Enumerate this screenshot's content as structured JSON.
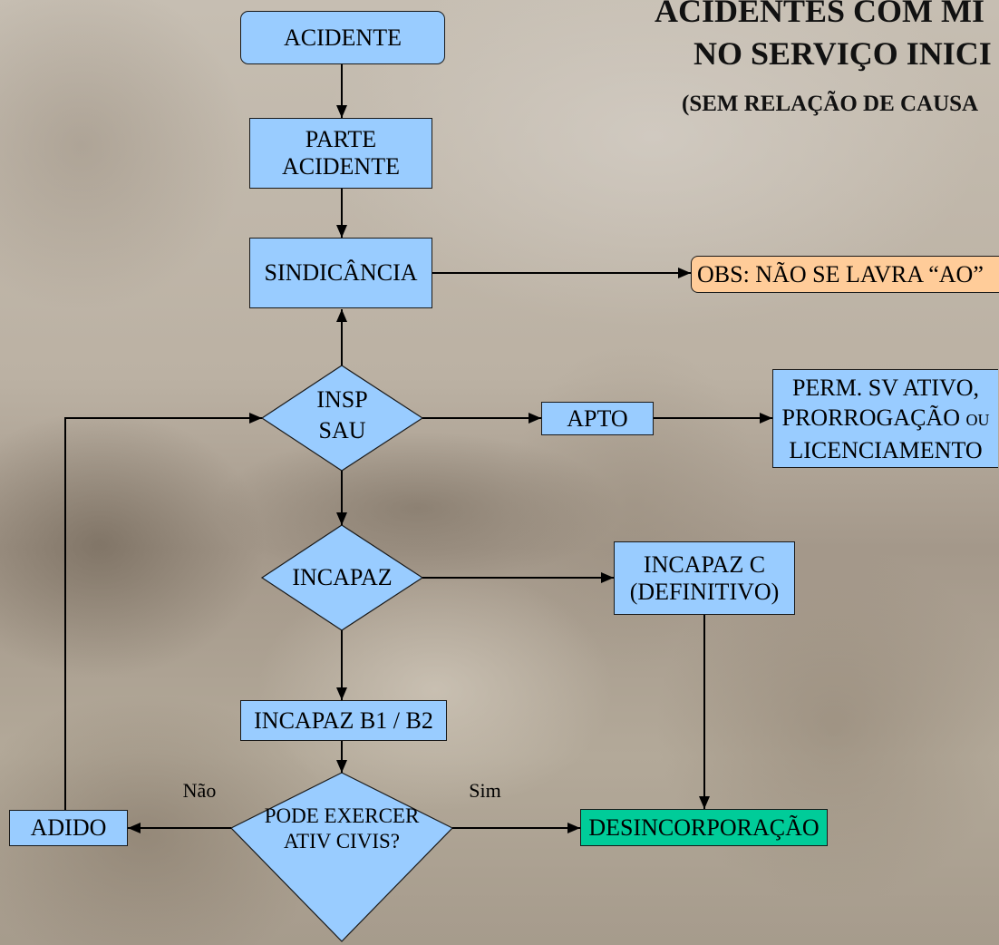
{
  "title": {
    "line1": "ACIDENTES COM MI",
    "line2": "NO SERVIÇO INICI",
    "line3": "(SEM RELAÇÃO DE CAUSA"
  },
  "nodes": {
    "acidente": "ACIDENTE",
    "parte_acidente": [
      "PARTE",
      "ACIDENTE"
    ],
    "sindicancia": "SINDICÂNCIA",
    "obs": "OBS: NÃO SE LAVRA “AO”",
    "insp_sau": [
      "INSP",
      "SAU"
    ],
    "apto": "APTO",
    "perm": {
      "line1": "PERM. SV ATIVO,",
      "line2": "PRORROGAÇÃO",
      "line2_small": "OU",
      "line3": "LICENCIAMENTO"
    },
    "incapaz": "INCAPAZ",
    "incapaz_c": [
      "INCAPAZ C",
      "(DEFINITIVO)"
    ],
    "incapaz_b": "INCAPAZ B1 / B2",
    "pode_exercer": [
      "PODE EXERCER",
      "ATIV CIVIS?"
    ],
    "adido": "ADIDO",
    "desincorporacao": "DESINCORPORAÇÃO"
  },
  "edge_labels": {
    "nao": "Não",
    "sim": "Sim"
  },
  "colors": {
    "process_fill": "#99ccff",
    "note_fill": "#ffcc99",
    "terminal_fill": "#00cc99",
    "connector": "#000000",
    "title_text": "#111111"
  }
}
